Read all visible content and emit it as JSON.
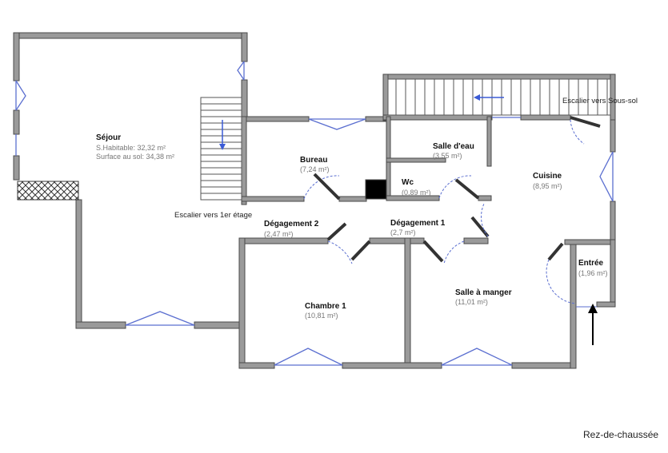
{
  "rooms": {
    "sejour": {
      "name": "Séjour",
      "habitable": "S.Habitable: 32,32 m²",
      "sol": "Surface au sol: 34,38 m²"
    },
    "bureau": {
      "name": "Bureau",
      "area": "(7,24 m²)"
    },
    "salle_eau": {
      "name": "Salle d'eau",
      "area": "(3,55 m²)"
    },
    "wc": {
      "name": "Wc",
      "area": "(0,89 m²)"
    },
    "cuisine": {
      "name": "Cuisine",
      "area": "(8,95 m²)"
    },
    "degagement2": {
      "name": "Dégagement 2",
      "area": "(2,47 m²)"
    },
    "degagement1": {
      "name": "Dégagement 1",
      "area": "(2,7 m²)"
    },
    "entree": {
      "name": "Entrée",
      "area": "(1,96 m²)"
    },
    "chambre1": {
      "name": "Chambre 1",
      "area": "(10,81 m²)"
    },
    "salle_manger": {
      "name": "Salle à manger",
      "area": "(11,01 m²)"
    }
  },
  "labels": {
    "stairs_up": "Escalier vers 1er étage",
    "stairs_down": "Escalier vers Sous-sol",
    "level": "Rez-de-chaussée"
  },
  "colors": {
    "wall": "#9a9a9a",
    "opening": "#5b6fd0",
    "stair_arrow": "#3b5bd6"
  }
}
